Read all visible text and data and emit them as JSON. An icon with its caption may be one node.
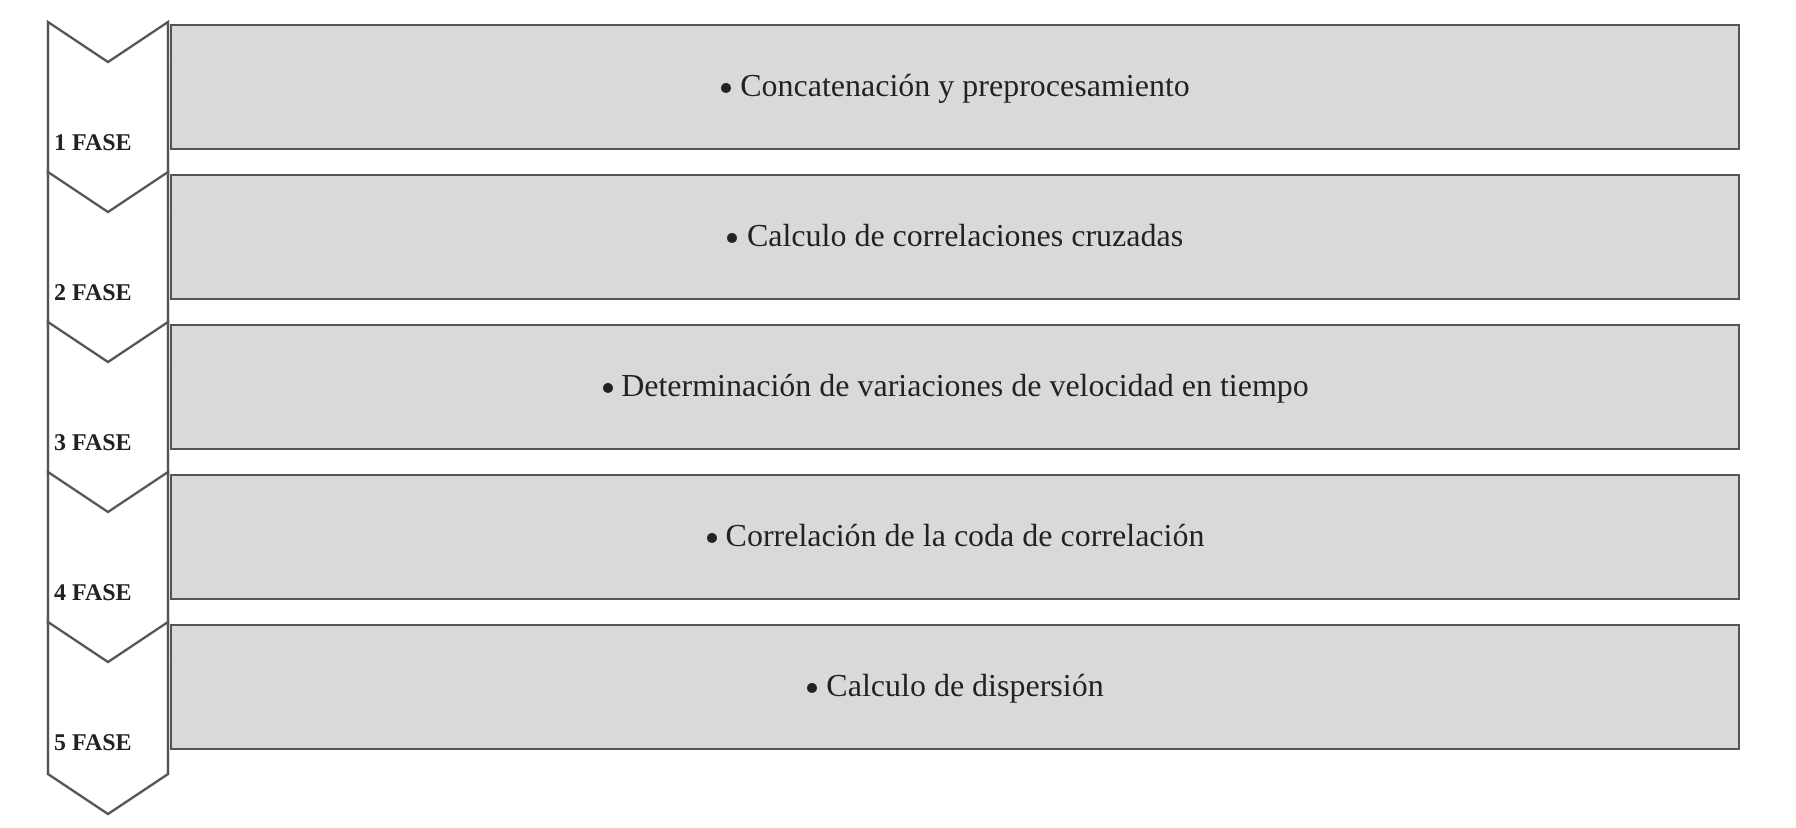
{
  "diagram": {
    "nodes": [
      {
        "text": [
          "1 FASE"
        ]
      },
      {
        "text": [
          "Concatenación y preprocesamiento"
        ]
      },
      {
        "text": [
          "2 FASE"
        ]
      },
      {
        "text": [
          "Calculo de correlaciones cruzadas"
        ]
      },
      {
        "text": [
          "3 FASE"
        ]
      },
      {
        "text": [
          "Determinación de variaciones de velocidad en tiempo"
        ]
      },
      {
        "text": [
          "4 FASE"
        ]
      },
      {
        "text": [
          "Correlación de la coda de correlación"
        ]
      },
      {
        "text": [
          "5 FASE"
        ]
      },
      {
        "text": [
          "Calculo de dispersión"
        ]
      }
    ]
  }
}
